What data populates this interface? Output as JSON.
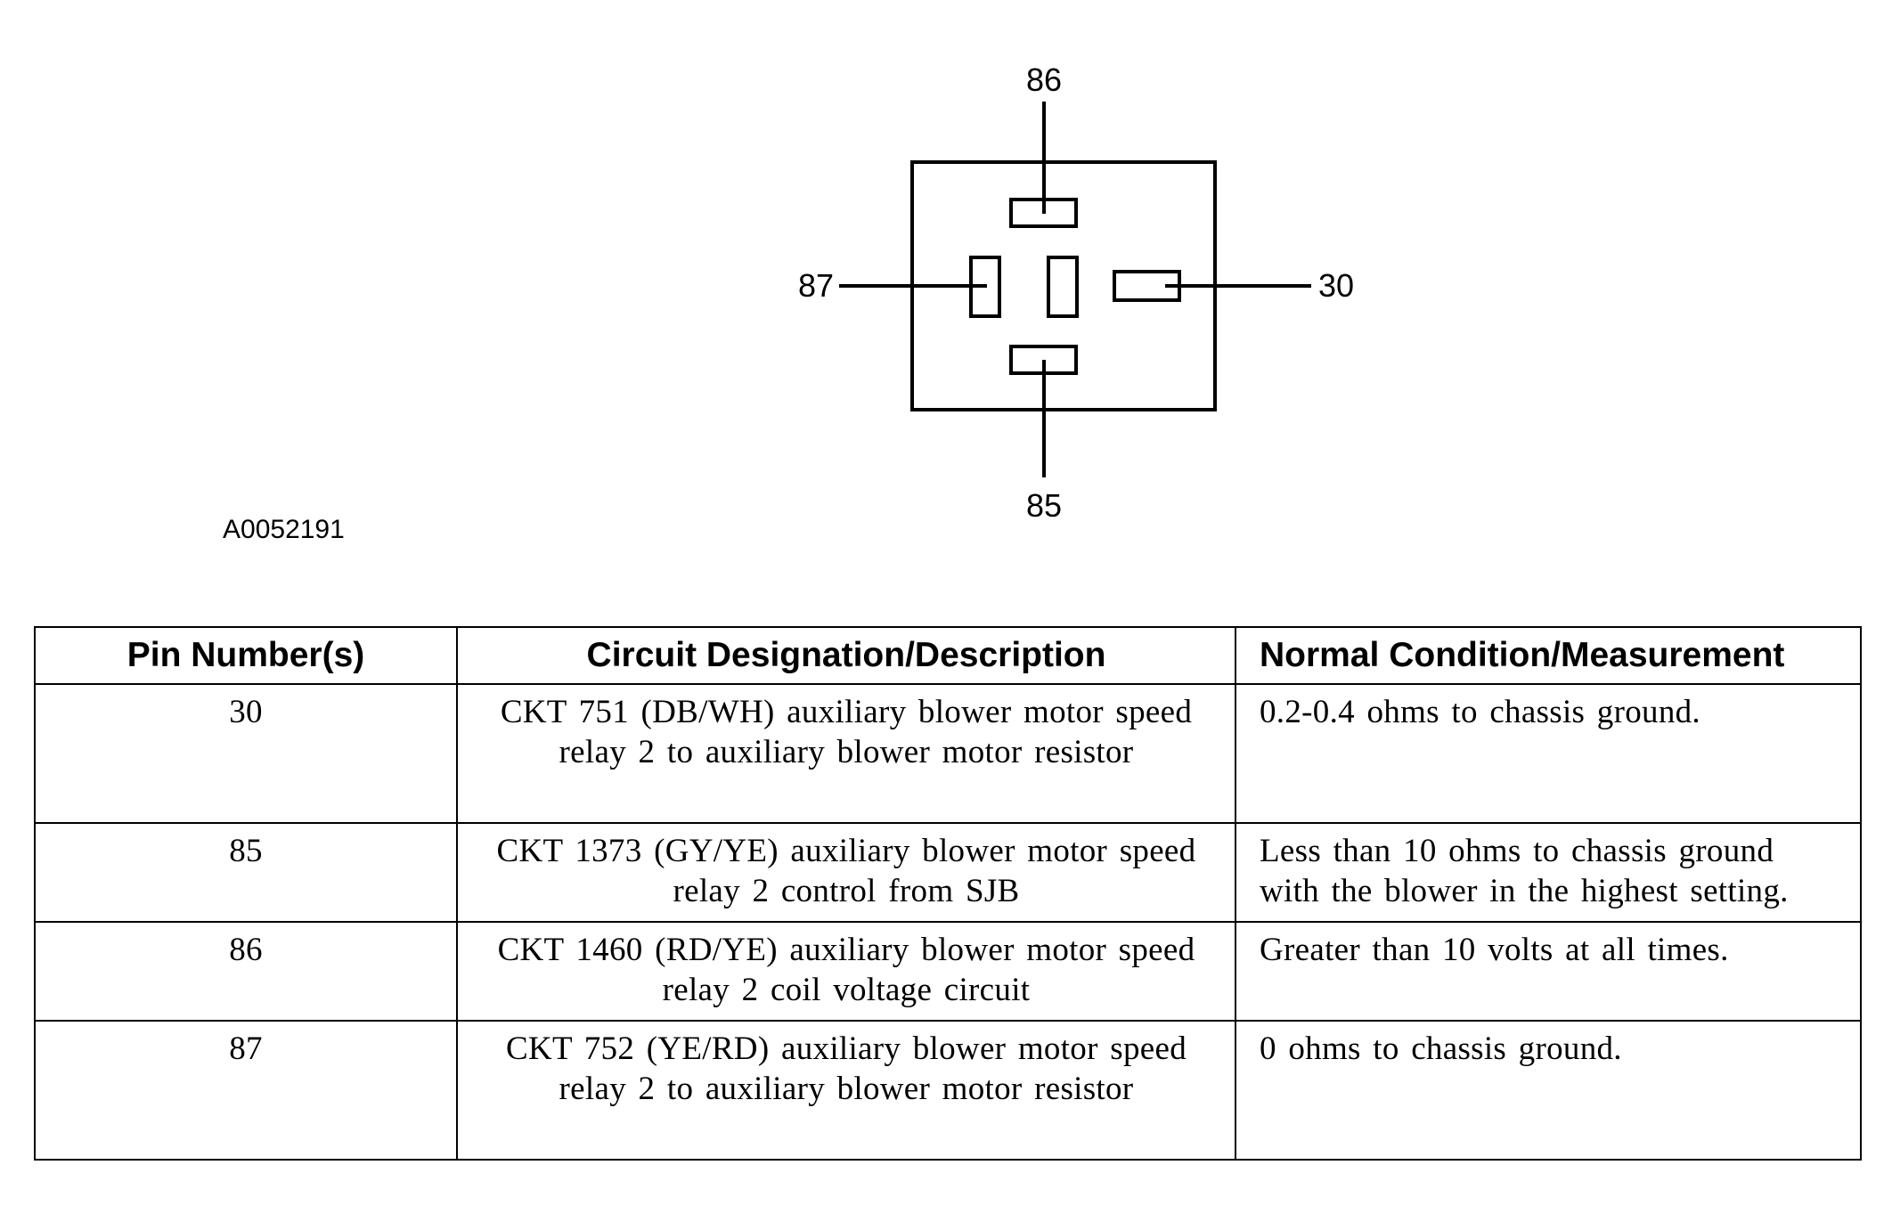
{
  "figure": {
    "id": "A0052191",
    "pin_labels": {
      "top": "86",
      "left": "87",
      "right": "30",
      "bottom": "85"
    }
  },
  "table": {
    "headers": {
      "pin": "Pin Number(s)",
      "circuit": "Circuit Designation/Description",
      "normal": "Normal Condition/Measurement"
    },
    "rows": [
      {
        "pin": "30",
        "circuit": "CKT 751 (DB/WH) auxiliary blower motor speed relay 2 to auxiliary blower motor resistor",
        "normal": "0.2-0.4 ohms to chassis ground."
      },
      {
        "pin": "85",
        "circuit": "CKT 1373 (GY/YE) auxiliary blower motor speed relay 2 control from SJB",
        "normal": "Less than 10 ohms to chassis ground with the blower in the highest setting."
      },
      {
        "pin": "86",
        "circuit": "CKT 1460 (RD/YE) auxiliary blower motor speed relay 2 coil voltage circuit",
        "normal": "Greater than 10 volts at all times."
      },
      {
        "pin": "87",
        "circuit": "CKT 752 (YE/RD) auxiliary blower motor speed relay 2 to auxiliary blower motor resistor",
        "normal": "0 ohms to chassis ground."
      }
    ]
  }
}
